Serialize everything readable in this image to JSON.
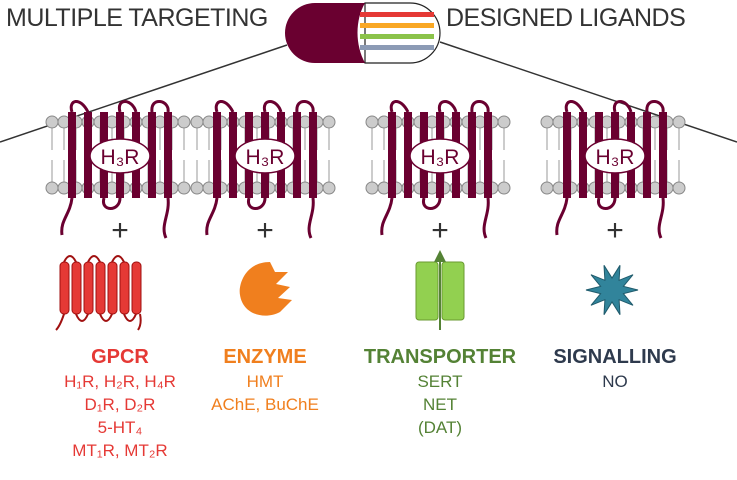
{
  "header": {
    "left_title": "MULTIPLE TARGETING",
    "right_title": "DESIGNED LIGANDS"
  },
  "pill_stripe_colors": [
    "#e53935",
    "#f9a825",
    "#8bc34a",
    "#8c9bb5"
  ],
  "receptor_label": "H₃R",
  "plus": "+",
  "columns": [
    {
      "category": "GPCR",
      "color": "#e53935",
      "icon": "gpcr-icon",
      "items": [
        "H₁R, H₂R, H₄R",
        "D₁R, D₂R",
        "5-HT₄",
        "MT₁R, MT₂R"
      ]
    },
    {
      "category": "ENZYME",
      "color": "#f07f1e",
      "icon": "enzyme-icon",
      "items": [
        "HMT",
        "AChE, BuChE"
      ]
    },
    {
      "category": "TRANSPORTER",
      "color": "#548235",
      "icon": "transporter-icon",
      "items": [
        "SERT",
        "NET",
        "(DAT)"
      ]
    },
    {
      "category": "SIGNALLING",
      "color": "#2e3a4d",
      "icon": "signalling-icon",
      "items": [
        "NO"
      ]
    }
  ]
}
